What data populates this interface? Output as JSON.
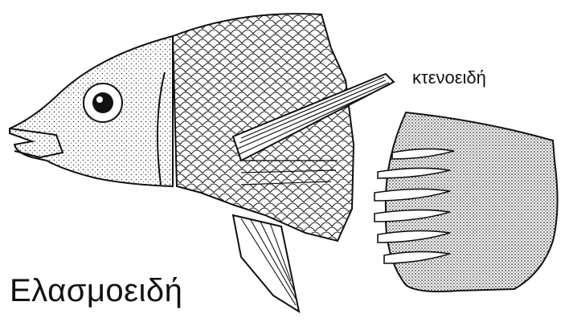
{
  "labels": {
    "main": "Ελασμοειδή",
    "scale_type": "κτενοειδή"
  },
  "icons": {
    "fish": "fish-illustration",
    "scale": "ctenoid-scale-illustration"
  },
  "colors": {
    "ink": "#111111",
    "background": "#ffffff"
  }
}
